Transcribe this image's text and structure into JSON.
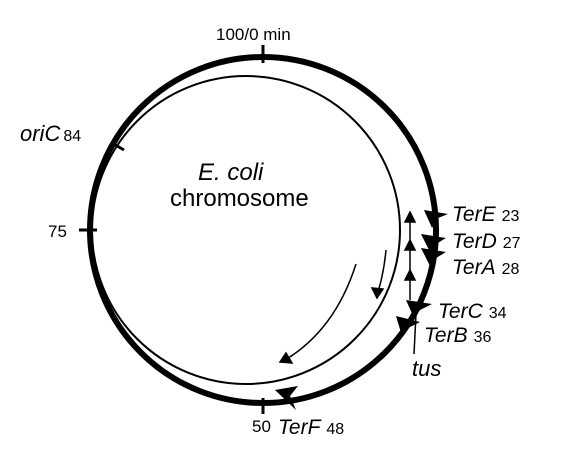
{
  "diagram": {
    "title_line1": "E. coli",
    "title_line2": "chromosome",
    "ticks": [
      {
        "label": "100/0 min"
      },
      {
        "label": "75"
      },
      {
        "label": "50"
      }
    ],
    "origin": {
      "name": "oriC",
      "position": "84"
    },
    "terminators": [
      {
        "name": "TerE",
        "position": "23"
      },
      {
        "name": "TerD",
        "position": "27"
      },
      {
        "name": "TerA",
        "position": "28"
      },
      {
        "name": "TerC",
        "position": "34"
      },
      {
        "name": "TerB",
        "position": "36"
      },
      {
        "name": "TerF",
        "position": "48"
      }
    ],
    "gene": {
      "name": "tus"
    }
  }
}
